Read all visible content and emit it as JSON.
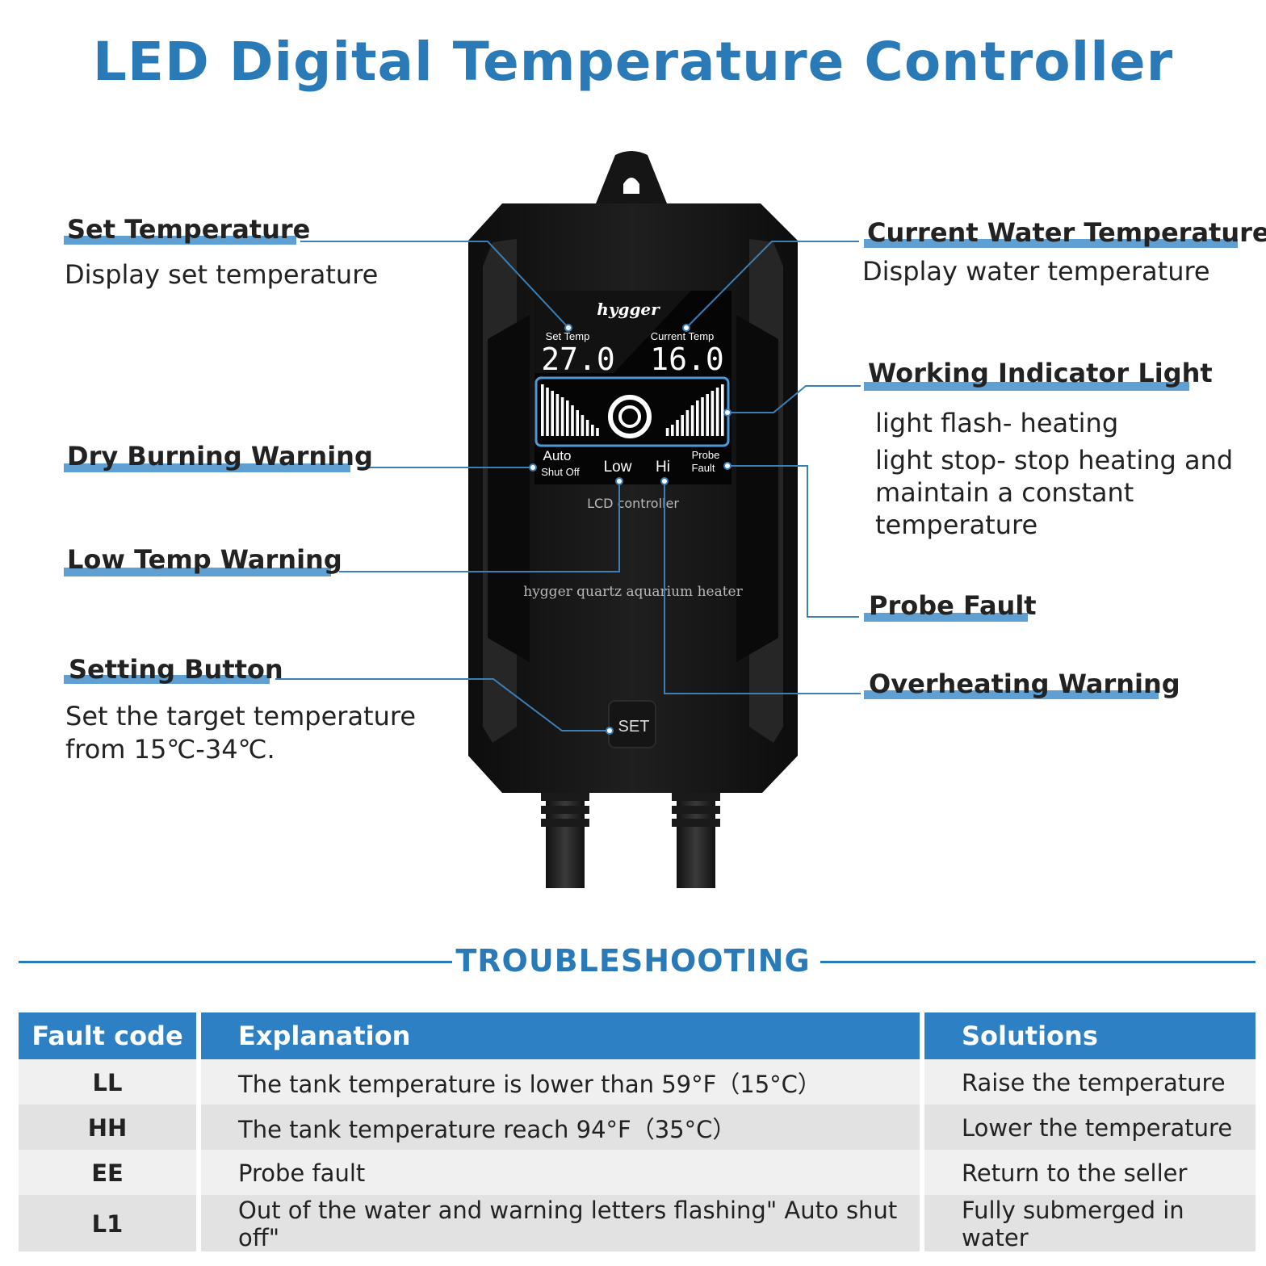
{
  "title": "LED Digital Temperature Controller",
  "device": {
    "brand": "hygger",
    "set_temp_label": "Set Temp",
    "set_temp_value": "27.0",
    "current_temp_label": "Current Temp",
    "current_temp_value": "16.0",
    "auto_label": "Auto",
    "shut_off_label": "Shut Off",
    "low_label": "Low",
    "hi_label": "Hi",
    "probe_label": "Probe",
    "fault_label": "Fault",
    "lcd_label": "LCD controller",
    "product_label": "hygger quartz aquarium heater",
    "set_button_label": "SET"
  },
  "callouts": {
    "set_temperature": {
      "heading": "Set Temperature",
      "desc": "Display set temperature"
    },
    "current_water_temperature": {
      "heading": "Current Water Temperature",
      "desc": "Display water temperature"
    },
    "working_indicator_light": {
      "heading": "Working Indicator Light",
      "desc_lines": [
        "light flash- heating",
        "light stop- stop heating and",
        "maintain a constant",
        "temperature"
      ]
    },
    "dry_burning_warning": {
      "heading": "Dry Burning Warning"
    },
    "low_temp_warning": {
      "heading": "Low Temp Warning"
    },
    "probe_fault": {
      "heading": "Probe Fault"
    },
    "overheating_warning": {
      "heading": "Overheating Warning"
    },
    "setting_button": {
      "heading": "Setting Button",
      "desc_lines": [
        "Set the target temperature",
        "from 15℃-34℃."
      ]
    }
  },
  "troubleshooting": {
    "title": "TROUBLESHOOTING",
    "headers": [
      "Fault code",
      "Explanation",
      "Solutions"
    ],
    "rows": [
      [
        "LL",
        "The tank temperature is lower than 59°F（15°C）",
        "Raise the temperature"
      ],
      [
        "HH",
        "The tank temperature reach 94°F（35°C）",
        "Lower the temperature"
      ],
      [
        "EE",
        "Probe fault",
        "Return to the seller"
      ],
      [
        "L1",
        "Out of the water and warning letters flashing\" Auto shut off\"",
        "Fully submerged in water"
      ]
    ]
  },
  "colors": {
    "accent": "#2a7ab8",
    "heading_bar": "#5f9fd2",
    "table_header": "#2e80c5",
    "leader_line": "#3b7fb6"
  }
}
